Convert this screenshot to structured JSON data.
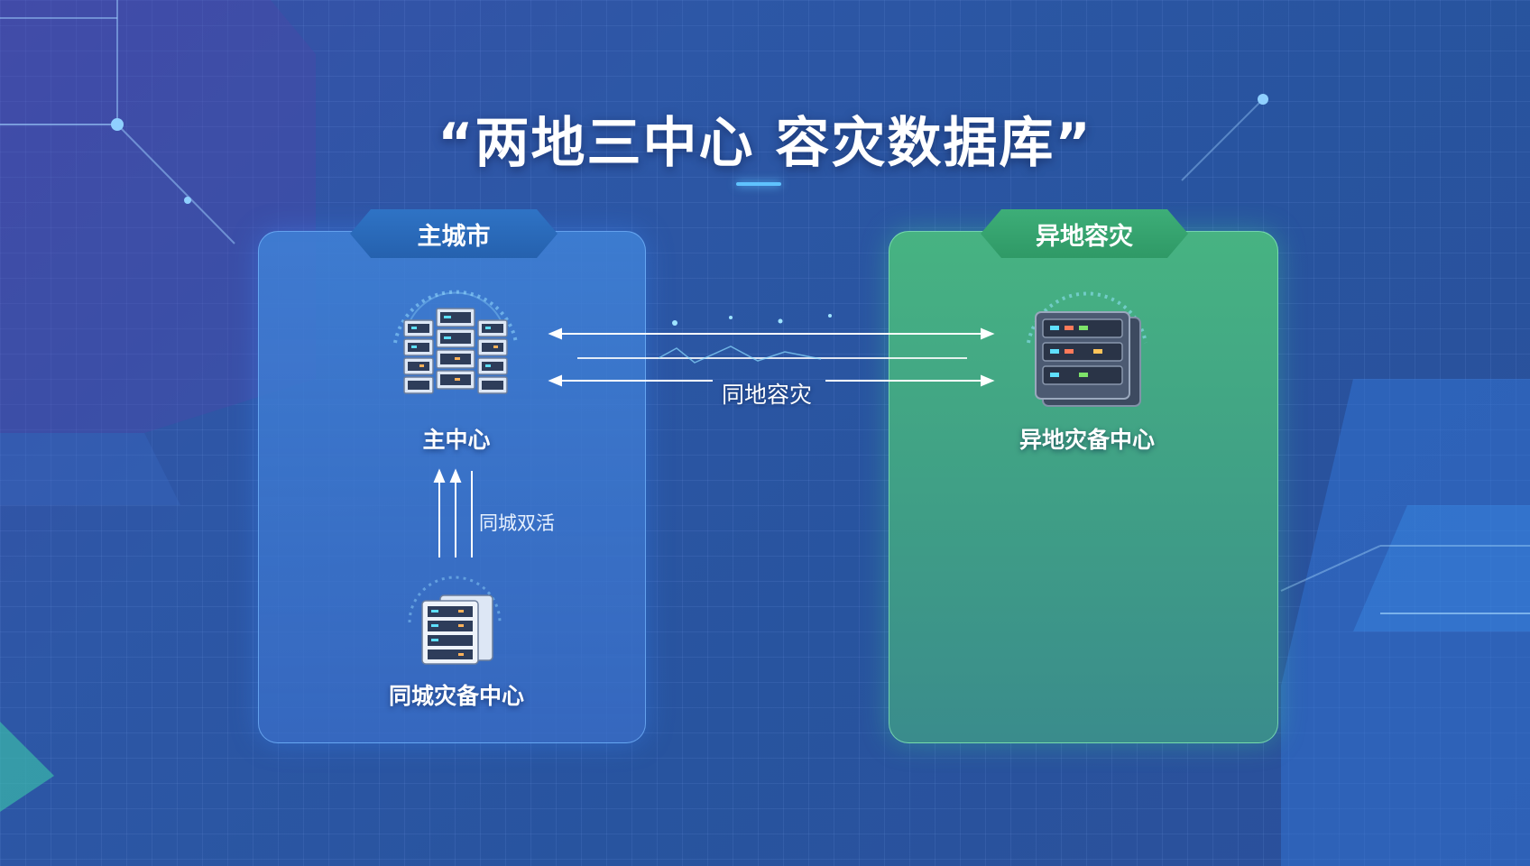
{
  "title": "“两地三中心 容灾数据库”",
  "panels": {
    "main_city": {
      "tab": "主城市",
      "main_center": "主中心",
      "same_city_backup": "同城灾备中心",
      "active_link": "同城双活"
    },
    "remote": {
      "tab": "异地容灾",
      "remote_backup": "异地灾备中心"
    }
  },
  "cross_link": "同地容灾",
  "colors": {
    "main_panel": "#3f7fd3",
    "remote_panel": "#47b382",
    "accent": "#5fc3ff"
  },
  "icons": [
    "server-cluster-icon",
    "server-rack-icon",
    "server-stack-icon"
  ]
}
